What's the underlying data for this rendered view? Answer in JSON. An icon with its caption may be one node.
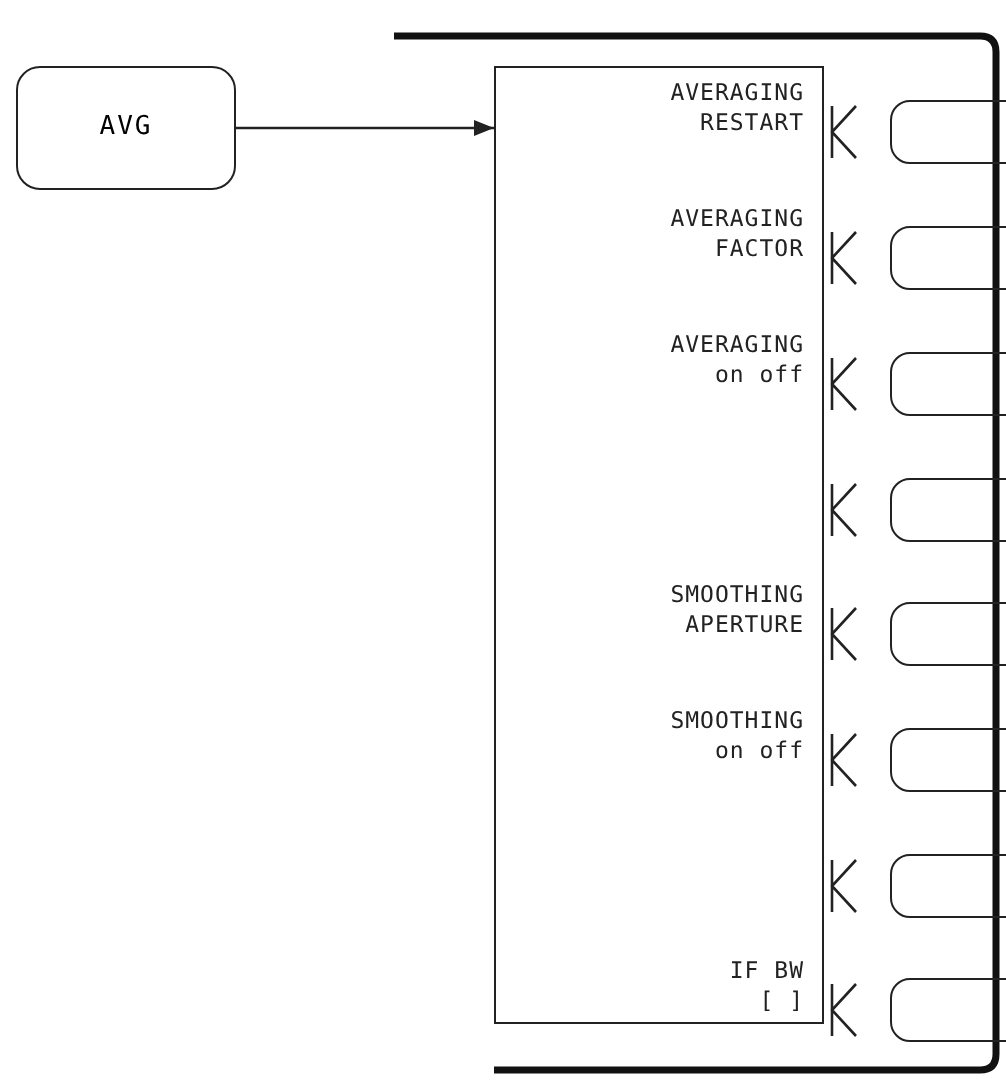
{
  "diagram": {
    "nodes": [
      {
        "text": [
          "AVG"
        ]
      },
      {
        "text": [
          "AVERAGING RESTART",
          "AVERAGING FACTOR",
          "AVERAGING on off",
          "SMOOTHING APERTURE",
          "SMOOTHING on off",
          "IF BW [ ]"
        ]
      },
      {
        "text": [],
        "shape": "box"
      },
      {
        "text": [],
        "shape": "box"
      },
      {
        "text": [],
        "shape": "box"
      },
      {
        "text": [],
        "shape": "box"
      },
      {
        "text": [],
        "shape": "box"
      },
      {
        "text": [],
        "shape": "box"
      },
      {
        "text": [],
        "shape": "box"
      },
      {
        "text": [],
        "shape": "box"
      }
    ],
    "edges": [
      {
        "from": 0,
        "to": 1,
        "arrow": "to"
      }
    ]
  }
}
